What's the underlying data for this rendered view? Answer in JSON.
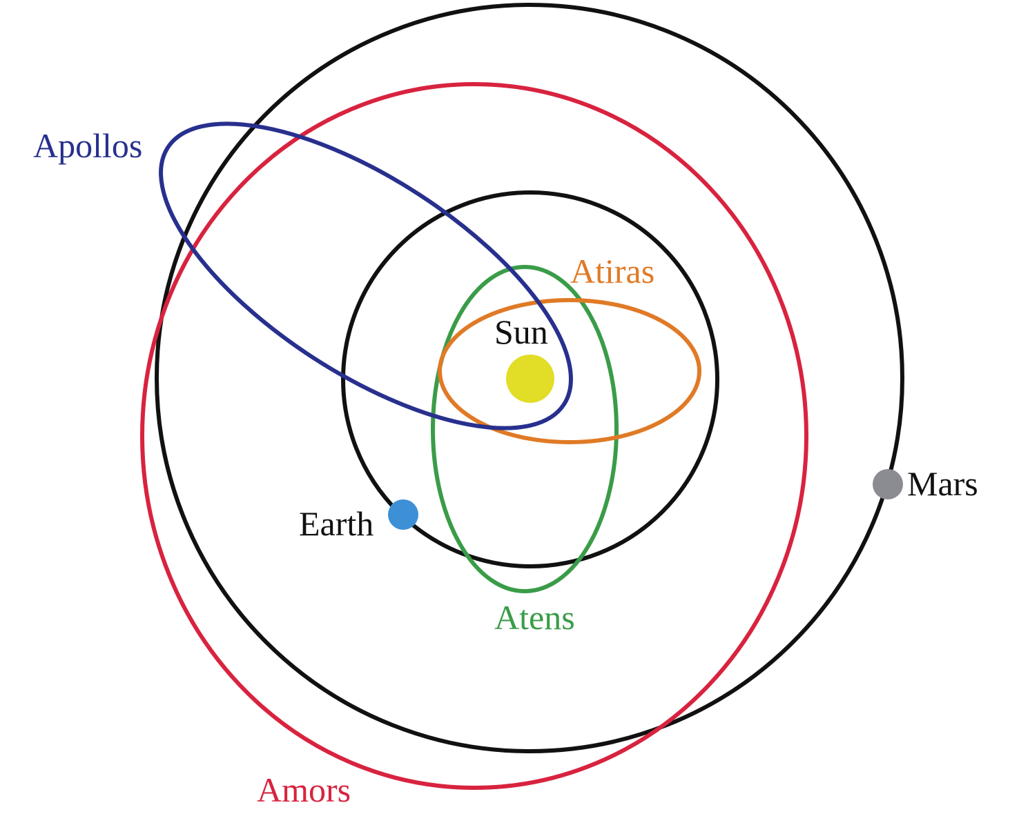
{
  "labels": {
    "apollos": "Apollos",
    "atiras": "Atiras",
    "sun": "Sun",
    "mars": "Mars",
    "earth": "Earth",
    "atens": "Atens",
    "amors": "Amors"
  },
  "colors": {
    "mars_orbit": "#111111",
    "earth_orbit": "#111111",
    "amors": "#d8233f",
    "apollos": "#28308e",
    "atens": "#3a9c48",
    "atiras": "#e07a26",
    "sun": "#e2dd26",
    "earth": "#3d8fd6",
    "mars": "#8a8c91",
    "text": "#111111"
  },
  "icons": {
    "sun": "yellow-disc",
    "earth": "blue-dot",
    "mars": "gray-dot"
  }
}
